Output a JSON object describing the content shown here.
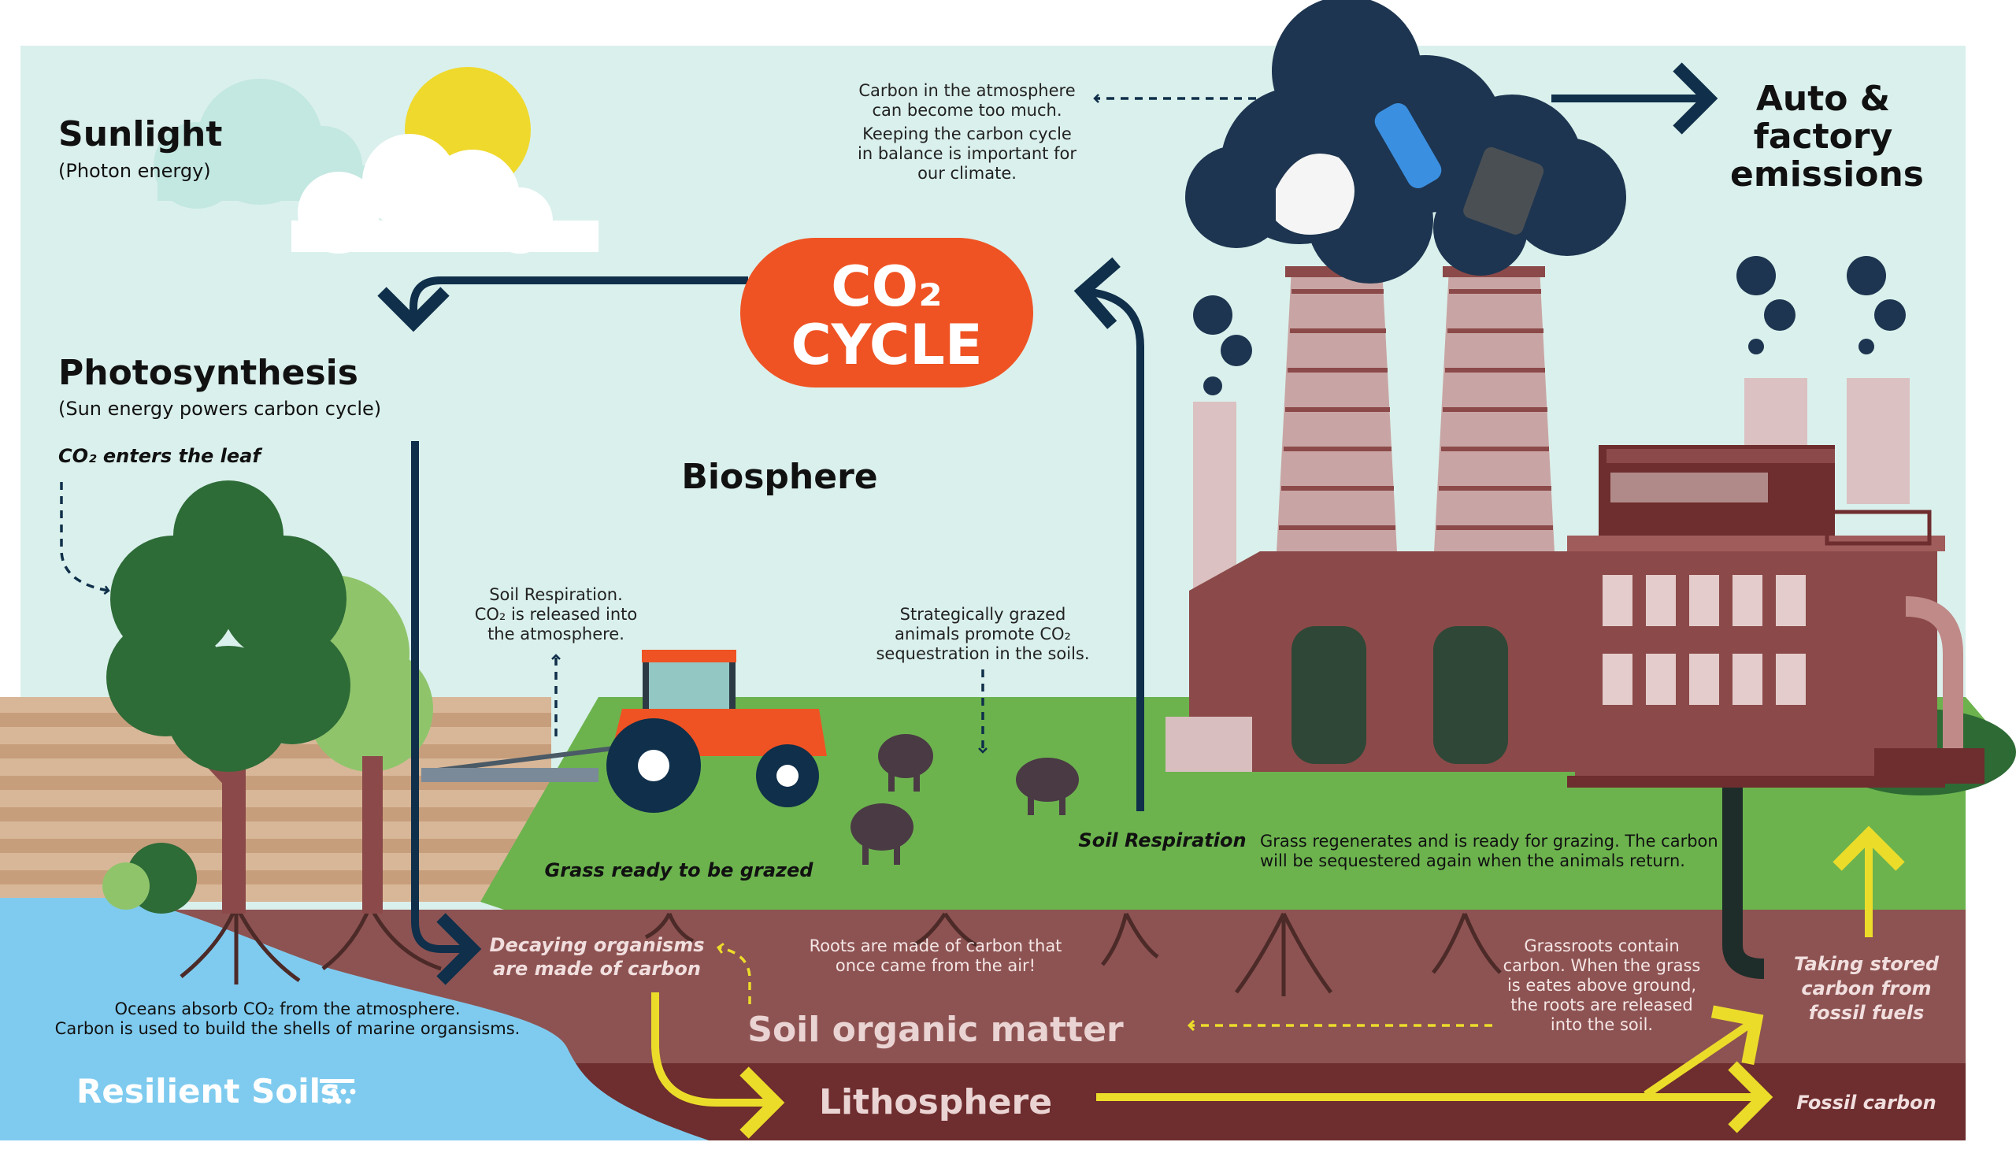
{
  "sunlight": {
    "title": "Sunlight",
    "subtitle": "(Photon energy)"
  },
  "photosynthesis": {
    "title": "Photosynthesis",
    "subtitle": "(Sun energy powers carbon cycle)",
    "leaf_note": "CO₂ enters the leaf"
  },
  "co2_cycle": {
    "line1": "CO₂",
    "line2": "CYCLE"
  },
  "atmosphere_note": {
    "line1": "Carbon in the atmosphere",
    "line2": "can become too much.",
    "line3": "Keeping the carbon cycle",
    "line4": "in balance is important for",
    "line5": "our climate."
  },
  "emissions": {
    "line1": "Auto &",
    "line2": "factory",
    "line3": "emissions"
  },
  "biosphere": "Biosphere",
  "soil_respiration_note": {
    "line1": "Soil Respiration.",
    "line2": "CO₂ is released into",
    "line3": "the atmosphere."
  },
  "grazed_note": {
    "line1": "Strategically grazed",
    "line2": "animals promote CO₂",
    "line3": "sequestration in the soils."
  },
  "grass_ready": "Grass ready to be grazed",
  "soil_respiration_label": "Soil Respiration",
  "regen_note": {
    "line1": "Grass regenerates and is ready for grazing. The carbon",
    "line2": "will be sequestered again when the animals return."
  },
  "decaying": {
    "line1": "Decaying organisms",
    "line2": "are made of carbon"
  },
  "roots_note": {
    "line1": "Roots are made of carbon that",
    "line2": "once came from the air!"
  },
  "grassroots_note": {
    "line1": "Grassroots contain",
    "line2": "carbon. When the grass",
    "line3": "is eates above ground,",
    "line4": "the roots are released",
    "line5": "into the soil."
  },
  "stored_carbon": {
    "line1": "Taking stored",
    "line2": "carbon from",
    "line3": "fossil fuels"
  },
  "ocean_note": {
    "line1": "Oceans absorb CO₂ from the atmosphere.",
    "line2": "Carbon is used to build the shells of marine organsisms."
  },
  "soil_organic": "Soil organic matter",
  "lithosphere": "Lithosphere",
  "fossil_carbon": "Fossil carbon",
  "brand": "Resilient Soils",
  "colors": {
    "sky": "#daf0ec",
    "sun": "#efd92c",
    "co2_badge": "#ef5323",
    "arrow_navy": "#0f2f4a",
    "arrow_yellow": "#ecdc2a",
    "grass": "#6cb34e",
    "soil": "#8d5352",
    "lithosphere": "#6e2d2e",
    "ocean": "#7fcbef",
    "factory": "#8b4a49",
    "smoke": "#1d3550"
  }
}
